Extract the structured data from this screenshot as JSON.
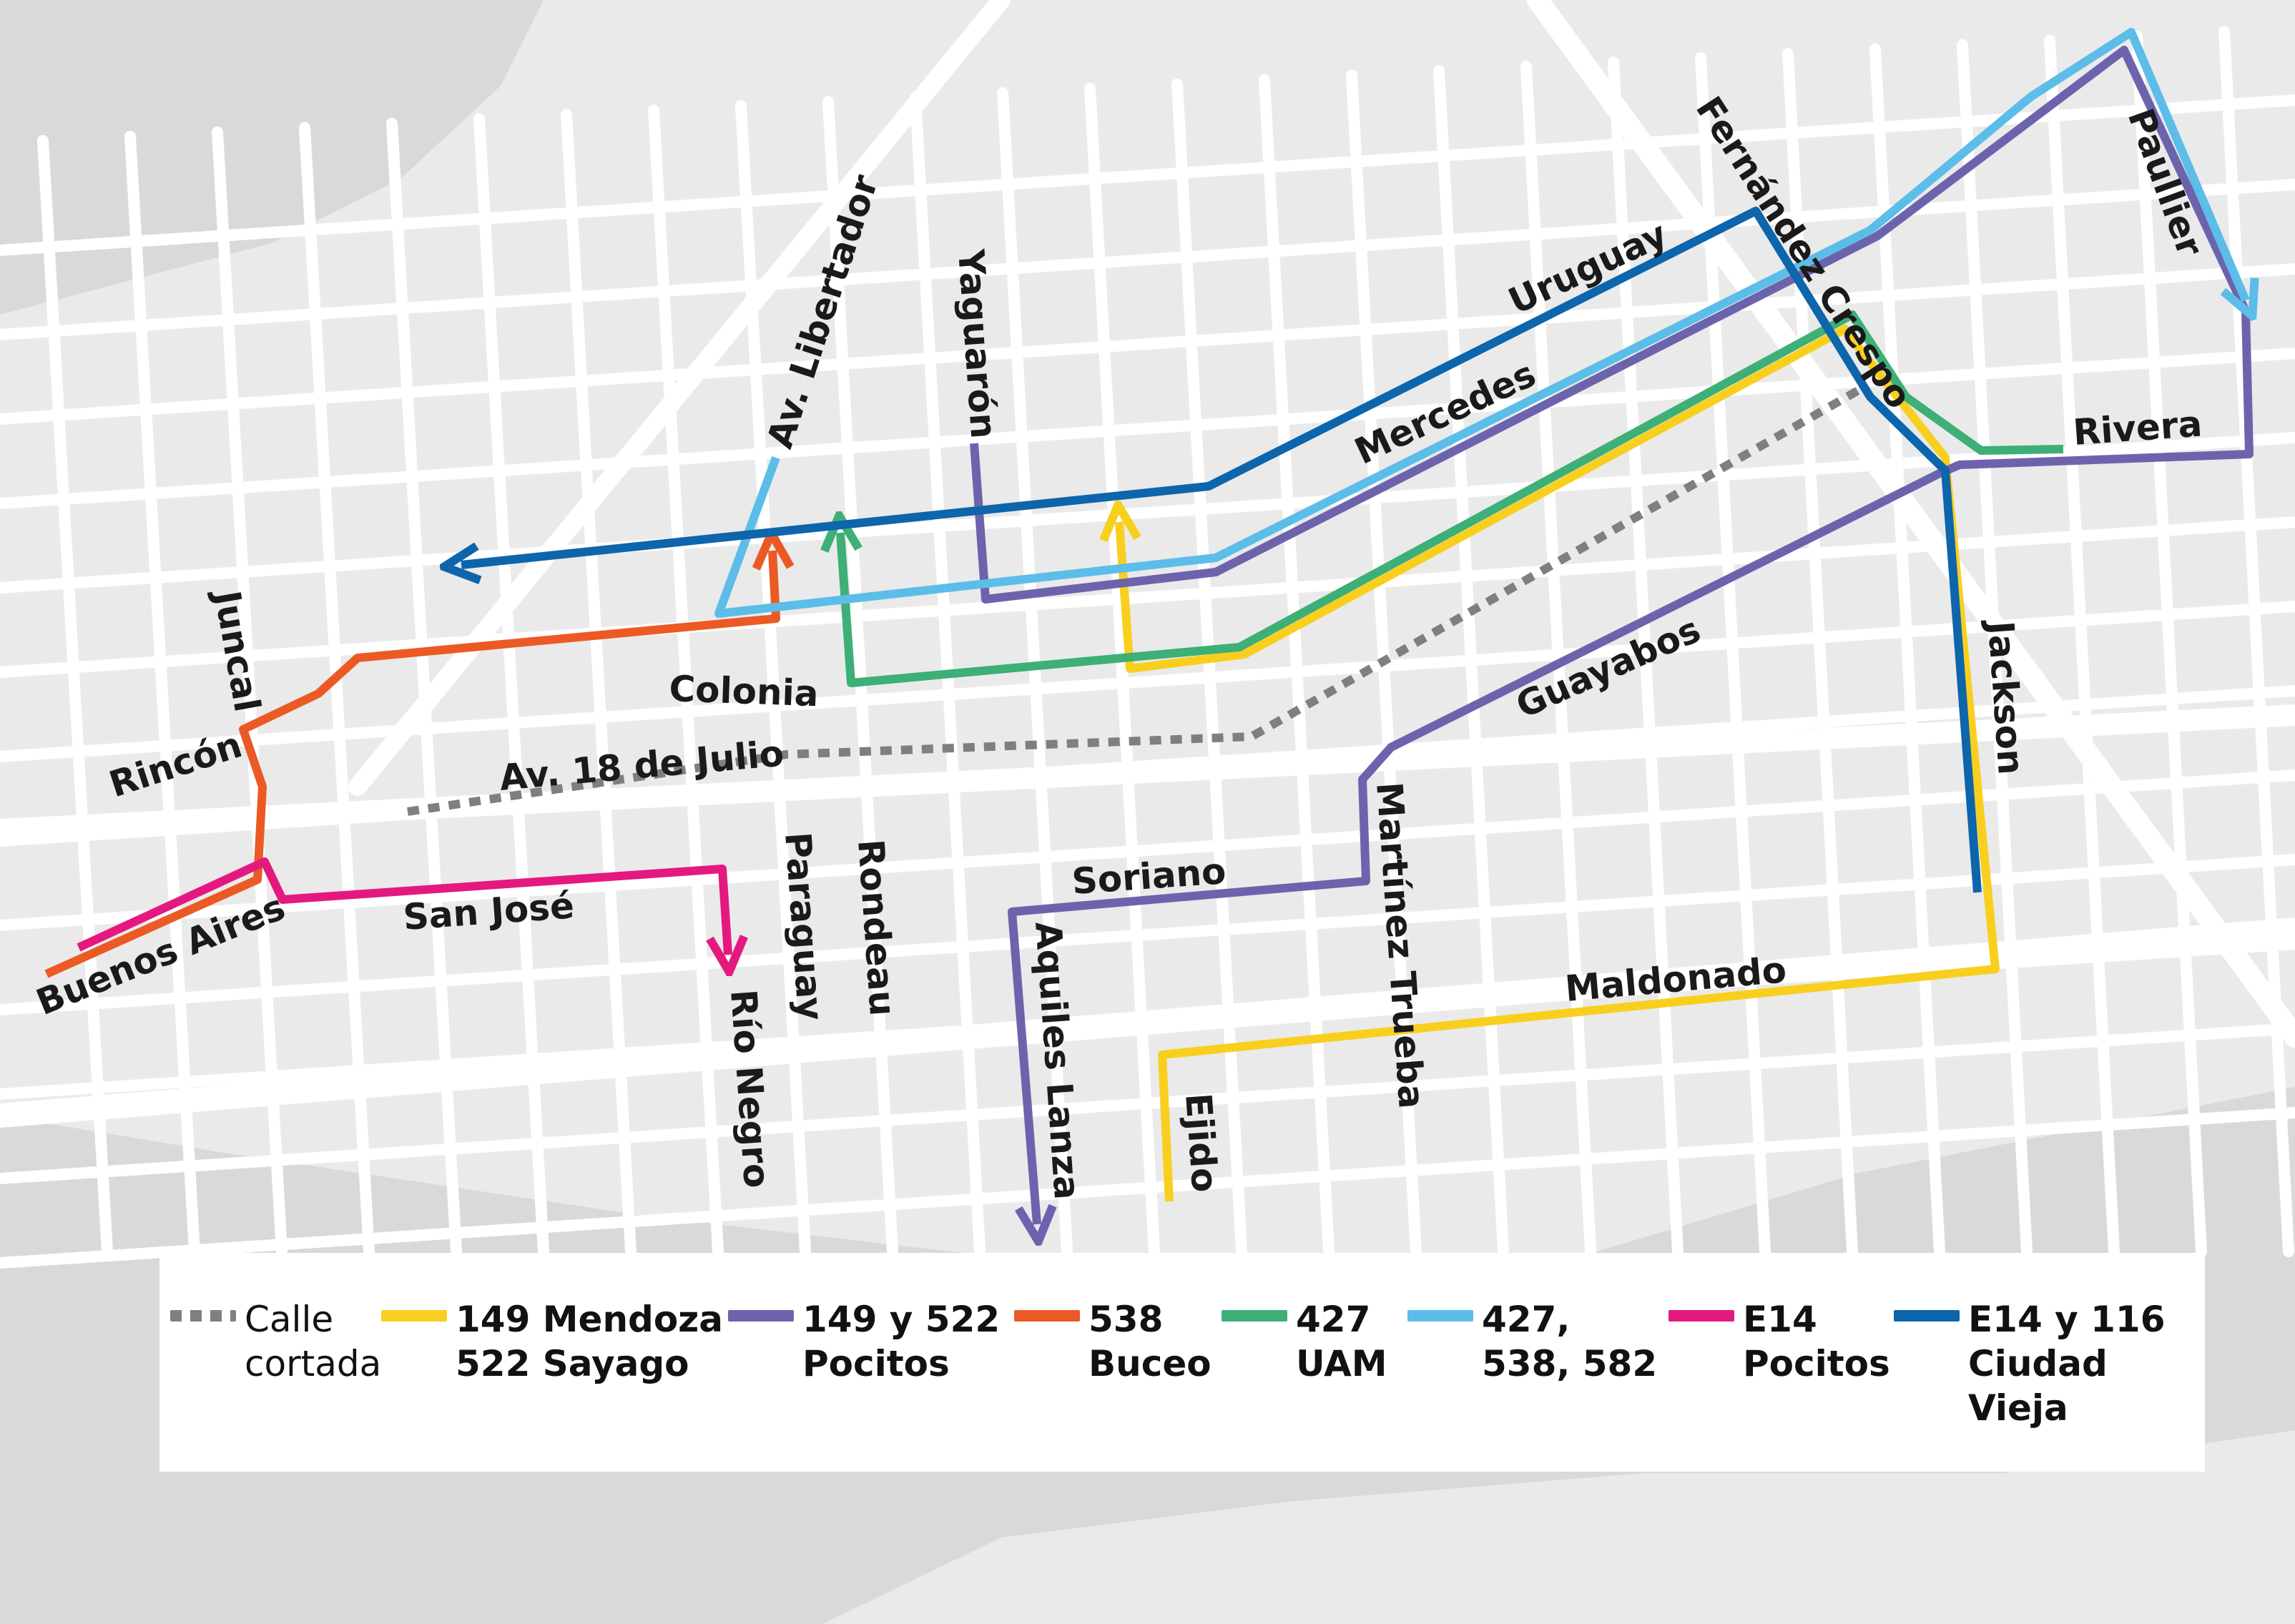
{
  "map": {
    "colors": {
      "land": "#d9d9d9",
      "blocks": "#eaeaea",
      "streets": "#ffffff",
      "closed_street": "#7f7f7f"
    },
    "street_labels": {
      "juncal": "Juncal",
      "rincon": "Rincón",
      "buenos_aires": "Buenos Aires",
      "san_jose": "San José",
      "av_18": "Av. 18 de Julio",
      "colonia": "Colonia",
      "av_libertador": "Av. Libertador",
      "yaguaron": "Yaguarón",
      "paraguay": "Paraguay",
      "rondeau": "Rondeau",
      "rio_negro": "Río Negro",
      "soriano": "Soriano",
      "aquiles_lanza": "Aquiles Lanza",
      "ejido": "Ejido",
      "mercedes": "Mercedes",
      "uruguay": "Uruguay",
      "fernandez_crespo": "Fernández Crespo",
      "paullier": "Paullier",
      "rivera": "Rivera",
      "guayabos": "Guayabos",
      "martinez_trueba": "Martínez Trueba",
      "jackson": "Jackson",
      "maldonado": "Maldonado"
    }
  },
  "routes": [
    {
      "id": "149-mendoza-522-sayago",
      "color": "#f9cf1f"
    },
    {
      "id": "149-522-pocitos",
      "color": "#6d63ad"
    },
    {
      "id": "538-buceo",
      "color": "#eb5a25"
    },
    {
      "id": "427-uam",
      "color": "#3daf77"
    },
    {
      "id": "427-538-582",
      "color": "#5cbde8"
    },
    {
      "id": "e14-pocitos",
      "color": "#e4197f"
    },
    {
      "id": "e14-116-ciudad-vieja",
      "color": "#0d65ac"
    }
  ],
  "legend": {
    "items": [
      {
        "label": "Calle\ncortada",
        "color": "#7f7f7f",
        "style": "dotted"
      },
      {
        "label": "149 Mendoza\n522 Sayago",
        "color": "#f9cf1f",
        "style": "solid"
      },
      {
        "label": "149 y 522\nPocitos",
        "color": "#6d63ad",
        "style": "solid"
      },
      {
        "label": "538\nBuceo",
        "color": "#eb5a25",
        "style": "solid"
      },
      {
        "label": "427\nUAM",
        "color": "#3daf77",
        "style": "solid"
      },
      {
        "label": "427,\n538, 582",
        "color": "#5cbde8",
        "style": "solid"
      },
      {
        "label": "E14\nPocitos",
        "color": "#e4197f",
        "style": "solid"
      },
      {
        "label": "E14 y 116\nCiudad Vieja",
        "color": "#0d65ac",
        "style": "solid"
      }
    ]
  }
}
